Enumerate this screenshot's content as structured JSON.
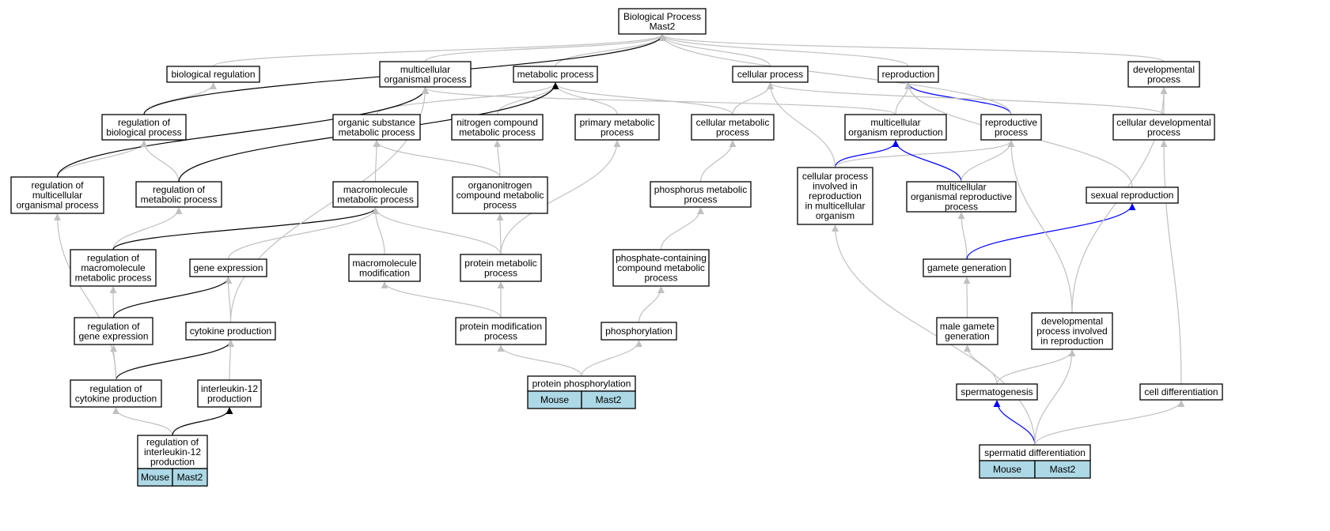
{
  "colors": {
    "gray": "#c0c0c0",
    "black": "#000000",
    "blue": "#0000ff",
    "tag_fill": "#add8e6"
  },
  "nodes": {
    "bp": {
      "lines": [
        "Biological Process",
        "Mast2"
      ]
    },
    "br": {
      "lines": [
        "biological regulation"
      ]
    },
    "mop": {
      "lines": [
        "multicellular",
        "organismal process"
      ]
    },
    "mp": {
      "lines": [
        "metabolic process"
      ]
    },
    "cp": {
      "lines": [
        "cellular process"
      ]
    },
    "rep": {
      "lines": [
        "reproduction"
      ]
    },
    "dp": {
      "lines": [
        "developmental",
        "process"
      ]
    },
    "rbp": {
      "lines": [
        "regulation of",
        "biological process"
      ]
    },
    "osmp": {
      "lines": [
        "organic substance",
        "metabolic process"
      ]
    },
    "ncmp": {
      "lines": [
        "nitrogen compound",
        "metabolic process"
      ]
    },
    "pmp": {
      "lines": [
        "primary metabolic",
        "process"
      ]
    },
    "cmp": {
      "lines": [
        "cellular metabolic",
        "process"
      ]
    },
    "mor": {
      "lines": [
        "multicellular",
        "organism reproduction"
      ]
    },
    "rp": {
      "lines": [
        "reproductive",
        "process"
      ]
    },
    "cdp": {
      "lines": [
        "cellular developmental",
        "process"
      ]
    },
    "rmop": {
      "lines": [
        "regulation of",
        "multicellular",
        "organismal process"
      ]
    },
    "rmp": {
      "lines": [
        "regulation of",
        "metabolic process"
      ]
    },
    "mmp": {
      "lines": [
        "macromolecule",
        "metabolic process"
      ]
    },
    "occmp": {
      "lines": [
        "organonitrogen",
        "compound metabolic",
        "process"
      ]
    },
    "phmp": {
      "lines": [
        "phosphorus metabolic",
        "process"
      ]
    },
    "cpir": {
      "lines": [
        "cellular process",
        "involved in",
        "reproduction",
        "in multicellular",
        "organism"
      ]
    },
    "morp": {
      "lines": [
        "multicellular",
        "organismal reproductive",
        "process"
      ]
    },
    "sr": {
      "lines": [
        "sexual reproduction"
      ]
    },
    "rmmp": {
      "lines": [
        "regulation of",
        "macromolecule",
        "metabolic process"
      ]
    },
    "ge": {
      "lines": [
        "gene expression"
      ]
    },
    "mm": {
      "lines": [
        "macromolecule",
        "modification"
      ]
    },
    "prmp": {
      "lines": [
        "protein metabolic",
        "process"
      ]
    },
    "pccmp": {
      "lines": [
        "phosphate-containing",
        "compound metabolic",
        "process"
      ]
    },
    "gg": {
      "lines": [
        "gamete generation"
      ]
    },
    "rge": {
      "lines": [
        "regulation of",
        "gene expression"
      ]
    },
    "cyp": {
      "lines": [
        "cytokine production"
      ]
    },
    "pmdp": {
      "lines": [
        "protein modification",
        "process"
      ]
    },
    "phos": {
      "lines": [
        "phosphorylation"
      ]
    },
    "mgg": {
      "lines": [
        "male gamete",
        "generation"
      ]
    },
    "dpir": {
      "lines": [
        "developmental",
        "process involved",
        "in reproduction"
      ]
    },
    "rcp": {
      "lines": [
        "regulation of",
        "cytokine production"
      ]
    },
    "il12": {
      "lines": [
        "interleukin-12",
        "production"
      ]
    },
    "pp": {
      "lines": [
        "protein phosphorylation"
      ],
      "tags": [
        "Mouse",
        "Mast2"
      ]
    },
    "spg": {
      "lines": [
        "spermatogenesis"
      ]
    },
    "cd": {
      "lines": [
        "cell differentiation"
      ]
    },
    "ril12": {
      "lines": [
        "regulation of",
        "interleukin-12",
        "production"
      ],
      "tags": [
        "Mouse",
        "Mast2"
      ]
    },
    "sd": {
      "lines": [
        "spermatid differentiation"
      ],
      "tags": [
        "Mouse",
        "Mast2"
      ]
    }
  },
  "edges": [
    {
      "from": "br",
      "to": "bp",
      "color": "gray"
    },
    {
      "from": "mop",
      "to": "bp",
      "color": "gray"
    },
    {
      "from": "mp",
      "to": "bp",
      "color": "gray"
    },
    {
      "from": "cp",
      "to": "bp",
      "color": "gray"
    },
    {
      "from": "rep",
      "to": "bp",
      "color": "gray"
    },
    {
      "from": "dp",
      "to": "bp",
      "color": "gray"
    },
    {
      "from": "rbp",
      "to": "br",
      "color": "gray"
    },
    {
      "from": "rbp",
      "to": "bp",
      "color": "black"
    },
    {
      "from": "osmp",
      "to": "mp",
      "color": "gray"
    },
    {
      "from": "ncmp",
      "to": "mp",
      "color": "gray"
    },
    {
      "from": "pmp",
      "to": "mp",
      "color": "gray"
    },
    {
      "from": "cmp",
      "to": "mp",
      "color": "gray"
    },
    {
      "from": "cmp",
      "to": "cp",
      "color": "gray"
    },
    {
      "from": "mor",
      "to": "rep",
      "color": "gray"
    },
    {
      "from": "mor",
      "to": "mop",
      "color": "gray"
    },
    {
      "from": "rp",
      "to": "rep",
      "color": "blue"
    },
    {
      "from": "rp",
      "to": "bp",
      "color": "gray"
    },
    {
      "from": "cdp",
      "to": "dp",
      "color": "gray"
    },
    {
      "from": "cdp",
      "to": "cp",
      "color": "gray"
    },
    {
      "from": "rmop",
      "to": "rbp",
      "color": "gray"
    },
    {
      "from": "rmop",
      "to": "mop",
      "color": "black"
    },
    {
      "from": "rmp",
      "to": "rbp",
      "color": "gray"
    },
    {
      "from": "rmp",
      "to": "mp",
      "color": "black"
    },
    {
      "from": "mmp",
      "to": "osmp",
      "color": "gray"
    },
    {
      "from": "occmp",
      "to": "osmp",
      "color": "gray"
    },
    {
      "from": "occmp",
      "to": "ncmp",
      "color": "gray"
    },
    {
      "from": "phmp",
      "to": "cmp",
      "color": "gray"
    },
    {
      "from": "cpir",
      "to": "cp",
      "color": "gray"
    },
    {
      "from": "cpir",
      "to": "mor",
      "color": "blue"
    },
    {
      "from": "cpir",
      "to": "rp",
      "color": "gray"
    },
    {
      "from": "morp",
      "to": "mor",
      "color": "blue"
    },
    {
      "from": "morp",
      "to": "rp",
      "color": "gray"
    },
    {
      "from": "sr",
      "to": "rep",
      "color": "gray"
    },
    {
      "from": "rmmp",
      "to": "rmp",
      "color": "gray"
    },
    {
      "from": "rmmp",
      "to": "mmp",
      "color": "black"
    },
    {
      "from": "ge",
      "to": "mmp",
      "color": "gray"
    },
    {
      "from": "mm",
      "to": "mmp",
      "color": "gray"
    },
    {
      "from": "prmp",
      "to": "mmp",
      "color": "gray"
    },
    {
      "from": "prmp",
      "to": "occmp",
      "color": "gray"
    },
    {
      "from": "prmp",
      "to": "pmp",
      "color": "gray"
    },
    {
      "from": "pccmp",
      "to": "phmp",
      "color": "gray"
    },
    {
      "from": "gg",
      "to": "morp",
      "color": "gray"
    },
    {
      "from": "gg",
      "to": "sr",
      "color": "blue"
    },
    {
      "from": "rge",
      "to": "rmmp",
      "color": "gray"
    },
    {
      "from": "rge",
      "to": "ge",
      "color": "black"
    },
    {
      "from": "cyp",
      "to": "ge",
      "color": "gray"
    },
    {
      "from": "cyp",
      "to": "mop",
      "color": "gray"
    },
    {
      "from": "pmdp",
      "to": "mm",
      "color": "gray"
    },
    {
      "from": "pmdp",
      "to": "prmp",
      "color": "gray"
    },
    {
      "from": "phos",
      "to": "pccmp",
      "color": "gray"
    },
    {
      "from": "mgg",
      "to": "gg",
      "color": "gray"
    },
    {
      "from": "dpir",
      "to": "rp",
      "color": "gray"
    },
    {
      "from": "dpir",
      "to": "dp",
      "color": "gray"
    },
    {
      "from": "rcp",
      "to": "rge",
      "color": "gray"
    },
    {
      "from": "rcp",
      "to": "cyp",
      "color": "black"
    },
    {
      "from": "rcp",
      "to": "rmop",
      "color": "gray"
    },
    {
      "from": "il12",
      "to": "cyp",
      "color": "gray"
    },
    {
      "from": "pp",
      "to": "pmdp",
      "color": "gray"
    },
    {
      "from": "pp",
      "to": "phos",
      "color": "gray"
    },
    {
      "from": "spg",
      "to": "mgg",
      "color": "gray"
    },
    {
      "from": "spg",
      "to": "dpir",
      "color": "gray"
    },
    {
      "from": "cd",
      "to": "cdp",
      "color": "gray"
    },
    {
      "from": "ril12",
      "to": "rcp",
      "color": "gray"
    },
    {
      "from": "ril12",
      "to": "il12",
      "color": "black"
    },
    {
      "from": "sd",
      "to": "spg",
      "color": "blue"
    },
    {
      "from": "sd",
      "to": "cpir",
      "color": "gray"
    },
    {
      "from": "sd",
      "to": "dpir",
      "color": "gray"
    },
    {
      "from": "sd",
      "to": "cd",
      "color": "gray"
    }
  ]
}
